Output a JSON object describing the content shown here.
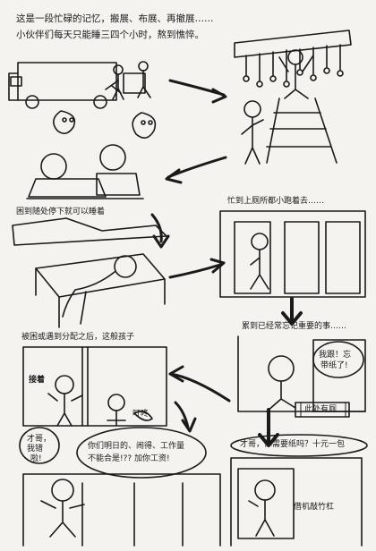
{
  "captions": {
    "intro_line1": "这是一段忙碌的记忆，搬展、布展、再撤展……",
    "intro_line2": "小伙伴们每天只能睡三四个小时，熬到憔悴。",
    "panel_rest": "困到随处停下就可以睡着",
    "panel_toilet": "忙到上厕所都小跑着去……",
    "panel_forget": "累到已经常忘记重要的事……",
    "panel_seat": "被困或遇到分配之后，这般孩子"
  },
  "bubbles": {
    "catch": "接着",
    "thud": "叮咚",
    "nagging_line1": "你们明日的、闹得、工作量",
    "nagging_line2": "不能合是!?? 加你工资!",
    "skip_line1": "才哥，",
    "skip_line2": "我错",
    "skip_line3": "啦!",
    "belt_line1": "我跟！忘",
    "belt_line2": "带纸了!",
    "ask_paper": "才哥，你需要纸吗？十元一包",
    "borrow": "借机敲竹杠",
    "sign_out": "此处有厕"
  },
  "colors": {
    "ink": "#1a1a1a",
    "paper": "#f4f3ef"
  }
}
